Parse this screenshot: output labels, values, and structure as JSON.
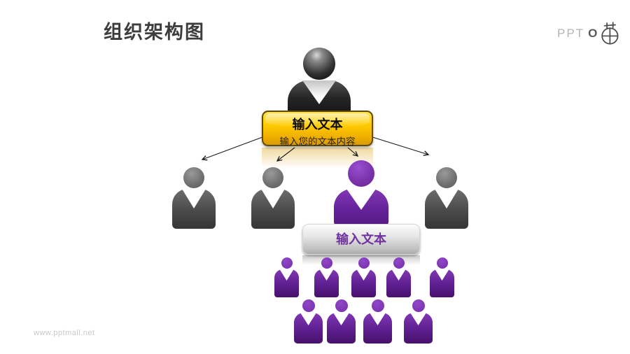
{
  "slide": {
    "title": "组织架构图",
    "watermark": "www.pptmall.net"
  },
  "logo": {
    "text": "PPT",
    "o": "O",
    "emblem": "circle-cross-mall-icon"
  },
  "diagram": {
    "type": "org-chart",
    "root_box": {
      "title": "输入文本",
      "subtitle": "输入您的文本内容"
    },
    "mid_box": {
      "label": "输入文本"
    },
    "levels": {
      "top_person": {
        "icon": "person-icon",
        "color": "black",
        "role": "leader"
      },
      "middle_row": [
        {
          "icon": "person-icon",
          "color": "gray"
        },
        {
          "icon": "person-icon",
          "color": "gray"
        },
        {
          "icon": "person-icon",
          "color": "purple",
          "highlighted": true
        },
        {
          "icon": "person-icon",
          "color": "gray"
        }
      ],
      "team_rows": [
        {
          "count": 5,
          "color": "purple"
        },
        {
          "count": 4,
          "color": "purple"
        }
      ]
    },
    "connectors": {
      "from": "root_box",
      "to_count": 4,
      "style": "thin-black-arrow"
    }
  },
  "colors": {
    "title_text": "#3d3d3d",
    "gold_box_top": "#ffe14d",
    "gold_box_bottom": "#d99a00",
    "gold_box_border": "#5f4a00",
    "silver_box_top": "#fdfdfd",
    "silver_box_bottom": "#a9a9a9",
    "purple_accent": "#7030a0",
    "gray_figure": "#4a4a4a",
    "black_figure": "#101010",
    "arrow": "#1a1a1a",
    "watermark_text": "#c9c9c9",
    "logo_light": "#b5b5b5",
    "logo_dark": "#4a4a4a"
  }
}
